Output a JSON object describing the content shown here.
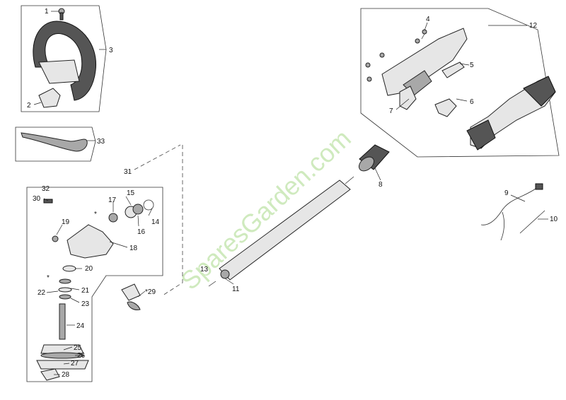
{
  "diagram": {
    "watermark": "SparesGarden.com",
    "callouts": [
      "1",
      "2",
      "3",
      "4",
      "5",
      "6",
      "7",
      "8",
      "9",
      "10",
      "11",
      "12",
      "13",
      "14",
      "15",
      "16",
      "17",
      "18",
      "19",
      "20",
      "*",
      "21",
      "22",
      "23",
      "24",
      "25",
      "26",
      "27",
      "28",
      "*29",
      "30",
      "31",
      "32",
      "33",
      "*"
    ]
  }
}
